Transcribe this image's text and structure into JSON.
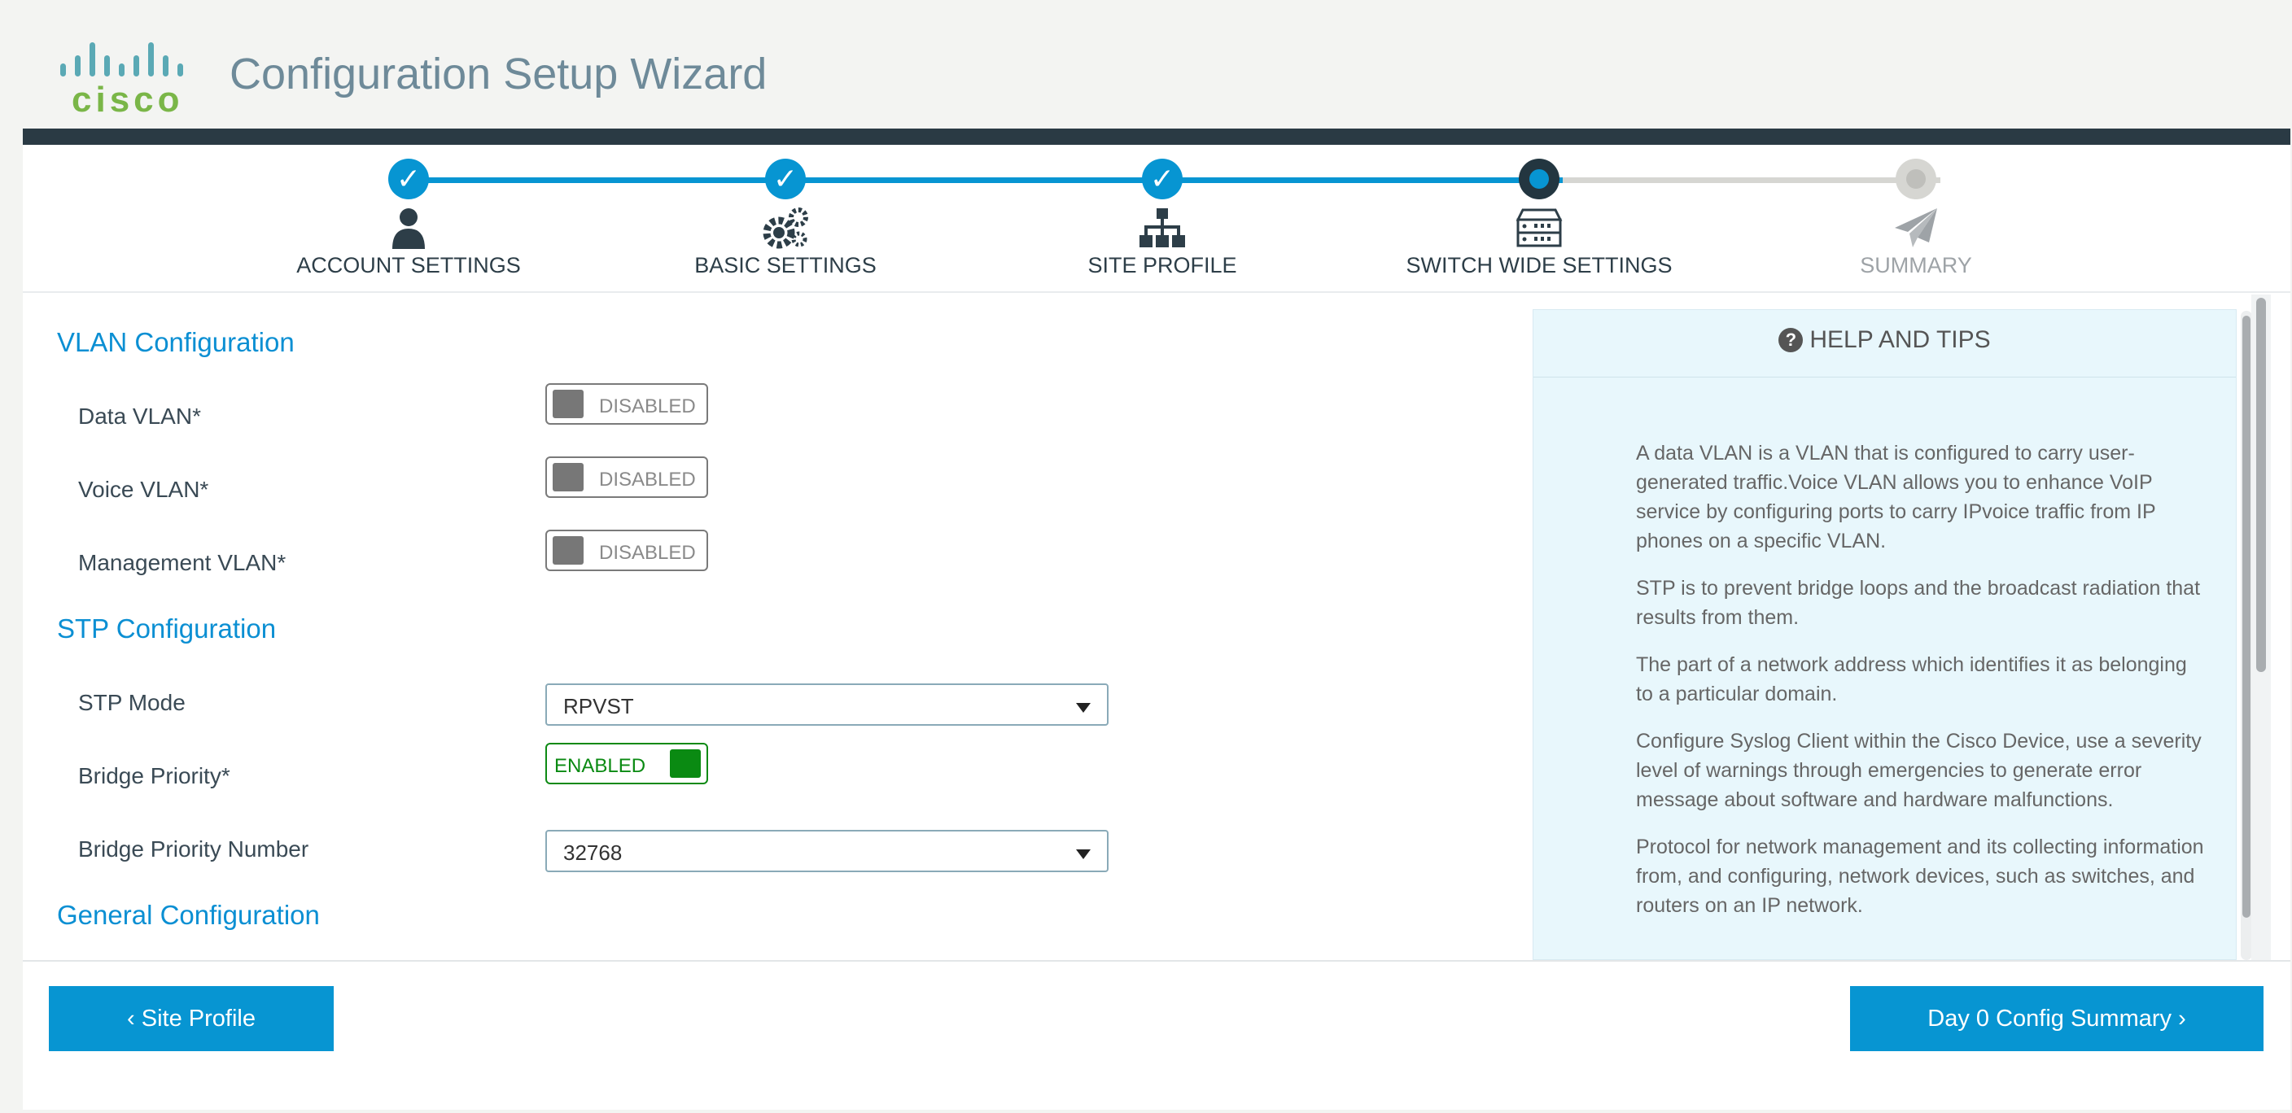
{
  "header": {
    "logo_text": "cisco",
    "title": "Configuration Setup Wizard"
  },
  "stepper": {
    "steps": [
      {
        "label": "ACCOUNT SETTINGS",
        "state": "done",
        "icon": "user-icon"
      },
      {
        "label": "BASIC SETTINGS",
        "state": "done",
        "icon": "gears-icon"
      },
      {
        "label": "SITE PROFILE",
        "state": "done",
        "icon": "sitemap-icon"
      },
      {
        "label": "SWITCH WIDE SETTINGS",
        "state": "current",
        "icon": "switch-icon"
      },
      {
        "label": "SUMMARY",
        "state": "pending",
        "icon": "paper-plane-icon"
      }
    ],
    "done_mark": "✓"
  },
  "vlan": {
    "title": "VLAN Configuration",
    "data_vlan_label": "Data VLAN*",
    "data_vlan_state": "DISABLED",
    "voice_vlan_label": "Voice VLAN*",
    "voice_vlan_state": "DISABLED",
    "mgmt_vlan_label": "Management VLAN*",
    "mgmt_vlan_state": "DISABLED"
  },
  "stp": {
    "title": "STP Configuration",
    "mode_label": "STP Mode",
    "mode_value": "RPVST",
    "bridge_priority_label": "Bridge Priority*",
    "bridge_priority_state": "ENABLED",
    "bridge_priority_number_label": "Bridge Priority Number",
    "bridge_priority_number_value": "32768"
  },
  "general": {
    "title": "General Configuration"
  },
  "help": {
    "title": "HELP AND TIPS",
    "icon_glyph": "?",
    "paragraphs": [
      "A data VLAN is a VLAN that is configured to carry user-generated traffic.Voice VLAN allows you to enhance VoIP service by configuring ports to carry IPvoice traffic from IP phones on a specific VLAN.",
      "STP is to prevent bridge loops and the broadcast radiation that results from them.",
      "The part of a network address which identifies it as belonging to a particular domain.",
      "Configure Syslog Client within the Cisco Device, use a severity level of warnings through emergencies to generate error message about software and hardware malfunctions.",
      "Protocol for network management and its collecting information from, and configuring, network devices, such as switches, and routers on an IP network."
    ]
  },
  "footer": {
    "back_label": "‹ Site Profile",
    "next_label": "Day 0 Config Summary ›"
  },
  "colors": {
    "accent": "#0795d2",
    "header_bar": "#2a3a44",
    "enabled": "#0a8a12",
    "help_bg": "#e8f7fc"
  }
}
